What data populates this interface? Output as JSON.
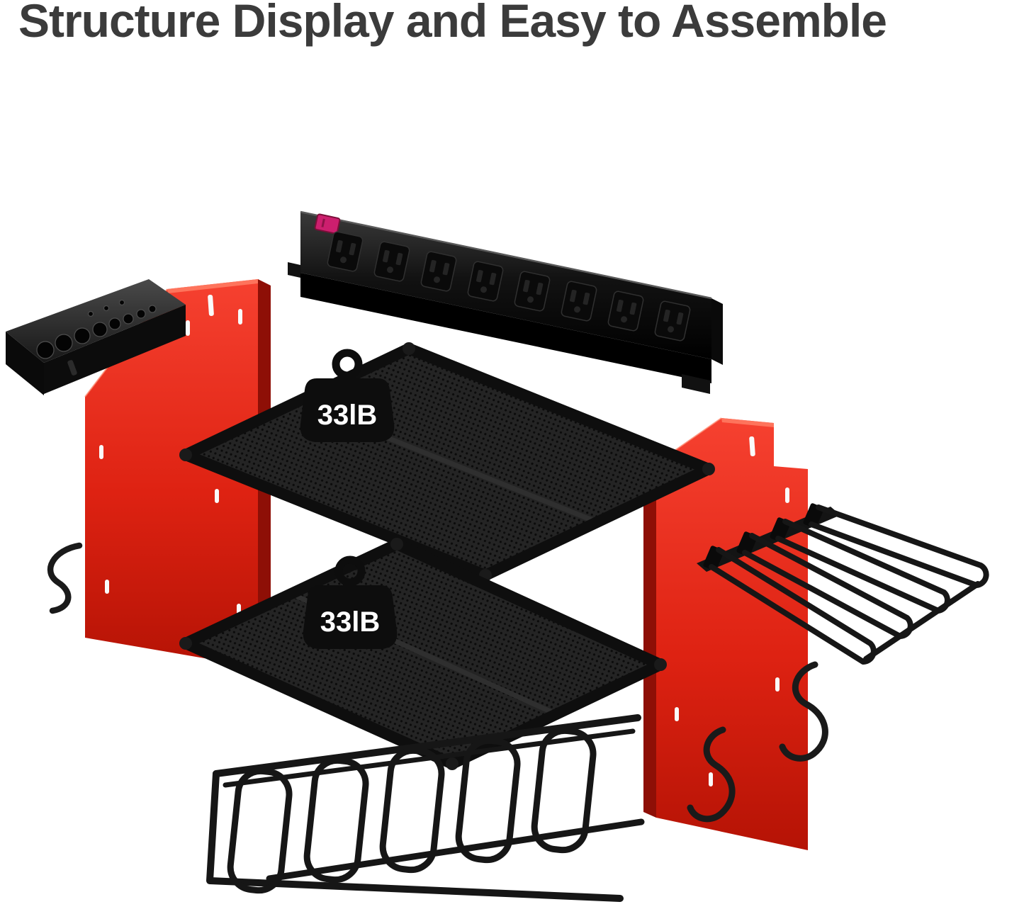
{
  "title": "Structure Display and Easy to Assemble",
  "badges": {
    "top_shelf_capacity": "33lB",
    "bottom_shelf_capacity": "33lB"
  },
  "colors": {
    "background": "#ffffff",
    "title_text": "#3b3b3b",
    "panel_red": "#e8301f",
    "panel_red_shadow": "#8e0f06",
    "metal_black": "#161616",
    "mesh_gray": "#242424",
    "switch_accent": "#cc1f6e",
    "badge_text": "#ffffff"
  },
  "parts": [
    "power-strip-8-outlets",
    "drill-bit-holder-bracket",
    "left-side-panel",
    "right-side-panel",
    "upper-mesh-shelf",
    "lower-mesh-shelf",
    "bottom-tool-hanging-rack",
    "side-tool-rack",
    "s-hook-left",
    "s-hook-right-upper",
    "s-hook-right-lower"
  ]
}
